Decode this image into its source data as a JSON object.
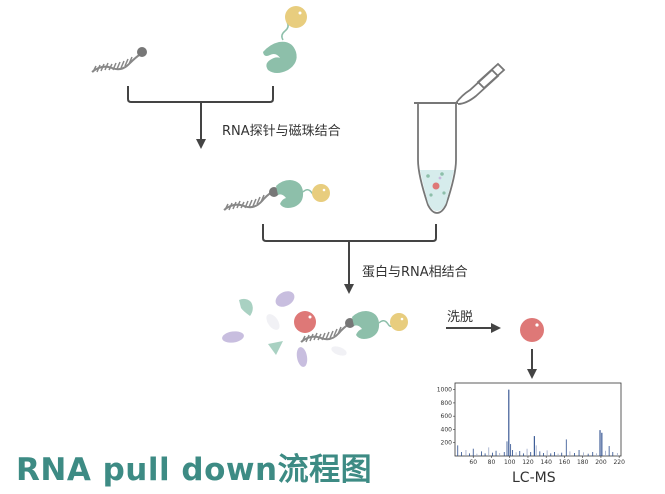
{
  "title": "RNA pull down流程图",
  "steps": {
    "bind_beads": "RNA探针与磁珠结合",
    "bind_protein": "蛋白与RNA相结合",
    "elute": "洗脱"
  },
  "lcms_label": "LC-MS",
  "colors": {
    "teal": "#8dbfaa",
    "bead_yellow": "#e8cd7e",
    "protein_red": "#de7877",
    "rna_gray": "#888888",
    "arrow": "#444444",
    "title": "#3d8b84"
  },
  "chart_data": {
    "type": "bar",
    "xlim": [
      40,
      222
    ],
    "ylim": [
      0,
      1100
    ],
    "xticks": [
      60,
      80,
      100,
      120,
      140,
      160,
      180,
      200,
      220
    ],
    "yticks": [
      200,
      400,
      600,
      800,
      1000
    ],
    "peaks": [
      {
        "x": 43,
        "y": 160
      },
      {
        "x": 47,
        "y": 60
      },
      {
        "x": 52,
        "y": 90
      },
      {
        "x": 56,
        "y": 40
      },
      {
        "x": 60,
        "y": 110
      },
      {
        "x": 64,
        "y": 35
      },
      {
        "x": 69,
        "y": 70
      },
      {
        "x": 73,
        "y": 40
      },
      {
        "x": 77,
        "y": 130
      },
      {
        "x": 81,
        "y": 50
      },
      {
        "x": 85,
        "y": 80
      },
      {
        "x": 89,
        "y": 45
      },
      {
        "x": 94,
        "y": 60
      },
      {
        "x": 97,
        "y": 220
      },
      {
        "x": 99,
        "y": 1000
      },
      {
        "x": 101,
        "y": 180
      },
      {
        "x": 103,
        "y": 90
      },
      {
        "x": 107,
        "y": 55
      },
      {
        "x": 111,
        "y": 75
      },
      {
        "x": 115,
        "y": 40
      },
      {
        "x": 119,
        "y": 110
      },
      {
        "x": 123,
        "y": 60
      },
      {
        "x": 127,
        "y": 300
      },
      {
        "x": 129,
        "y": 160
      },
      {
        "x": 133,
        "y": 70
      },
      {
        "x": 137,
        "y": 45
      },
      {
        "x": 141,
        "y": 85
      },
      {
        "x": 145,
        "y": 40
      },
      {
        "x": 149,
        "y": 60
      },
      {
        "x": 153,
        "y": 35
      },
      {
        "x": 157,
        "y": 50
      },
      {
        "x": 162,
        "y": 250
      },
      {
        "x": 166,
        "y": 70
      },
      {
        "x": 171,
        "y": 45
      },
      {
        "x": 176,
        "y": 90
      },
      {
        "x": 181,
        "y": 55
      },
      {
        "x": 186,
        "y": 35
      },
      {
        "x": 191,
        "y": 60
      },
      {
        "x": 195,
        "y": 40
      },
      {
        "x": 199,
        "y": 390
      },
      {
        "x": 201,
        "y": 350
      },
      {
        "x": 205,
        "y": 80
      },
      {
        "x": 209,
        "y": 150
      },
      {
        "x": 213,
        "y": 60
      },
      {
        "x": 218,
        "y": 45
      }
    ]
  }
}
